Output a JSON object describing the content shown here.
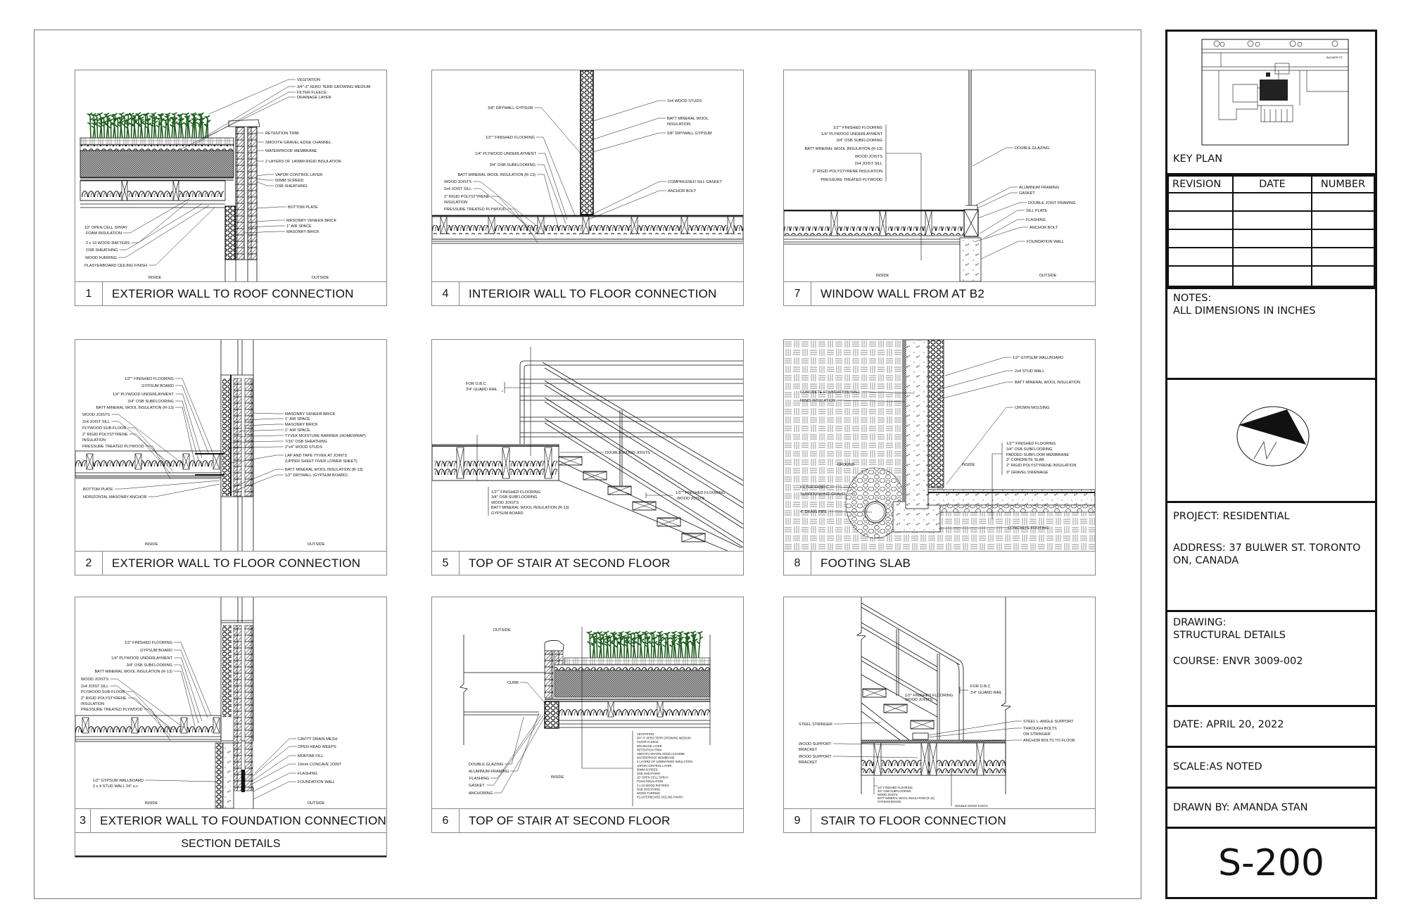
{
  "panels": [
    {
      "number": "1",
      "title": "EXTERIOR WALL TO ROOF CONNECTION",
      "labels": [
        "VEGITATION",
        "3/4\"-3\" XERO TERR GROWING MEDIUM",
        "FILTER FLEECE",
        "DRAINAGE LAYER",
        "RETENTION TRIM",
        "SMOOTH GRAVEL EDGE CHANNEL",
        "WATERPROOF MEMBRANE",
        "2 LAYERS OF 140MM RIGID INSULATION",
        "VAPOR CONTROL LAYER",
        "50MM SCREED",
        "OSB SHEATHING",
        "BOTTOM PLATE",
        "MASONRY VENEER BRICK",
        "1\" AIR SPACE",
        "MASONRY BRICK",
        "10\" OPEN CELL SPRAY",
        "FOAM INSULATION",
        "2 x 10 WOOD RAFTERS",
        "OSB SHEATHING",
        "WOOD FURRING",
        "PLASTERBOARD CEILING FINISH",
        "INSIDE",
        "OUTSIDE"
      ]
    },
    {
      "number": "2",
      "title": "EXTERIOR WALL TO FLOOR CONNECTION",
      "labels": [
        "1/2\"\" FINISHED FLOORING",
        "GYPSUM BOARD",
        "1/4\" PLYWOOD UNDERLAYMENT",
        "3/4\" OSB SUBFLOORING",
        "BATT MINERAL WOOL INSULATION (R-13)",
        "WOOD JOISTS",
        "2x4 JOIST SILL",
        "PLYWOOD SUB-FLOOR",
        "2\" RIGID POLYSTYRENE",
        "INSULATION",
        "PRESSURE TREATED PLYWOOD",
        "BOTTOM PLATE",
        "HORIZONTAL MASONRY ANCHOR",
        "MASONRY VENEER BRICK",
        "1\" AIR SPACE",
        "MASONRY BRICK",
        "1\" AIR SPACE",
        "TYVEK MOISTURE BARRIER (HOMEWRAP)",
        "7/16\" OSB SHEATHING",
        "2\"x4\" WOOD STUDS",
        "LAP AND TAPE TYVEK AT JOINTS",
        "(UPPER SHEET OVER LOWER SHEET)",
        "BATT MINERAL WOOL INSULATION (R-13)",
        "1/2\" DRYWALL (GYPSUM BOARD)",
        "INSIDE",
        "OUTSIDE"
      ]
    },
    {
      "number": "3",
      "title": "EXTERIOR WALL TO FOUNDATION CONNECTION",
      "labels": [
        "1/2\" FINISHED FLOORING",
        "GYPSUM BOARD",
        "1/4\" PLYWOOD UNDERLAYMENT",
        "3/4\" OSB SUBFLOORING",
        "BATT MINERAL WOOL INSULATION (R-13)",
        "WOOD JOISTS",
        "2x4 JOIST SILL",
        "PLYWOOD SUB-FLOOR",
        "2\" RIGID POLYSTYRENE",
        "INSULATION",
        "PRESSURE TREATED PLYWOOD",
        "1/2\" GYPSUM WALLBOARD",
        "2 x 4 STUD WALL 24\" o.c.",
        "CAVITY DRAIN MESH",
        "OPEN HEAD WEEPS",
        "MORTAR FILL",
        "10mm CONCAVE JOINT",
        "FLASHING",
        "FOUNDATION WALL",
        "INSIDE",
        "OUTSIDE"
      ]
    },
    {
      "number": "4",
      "title": "INTERIOIR WALL TO FLOOR CONNECTION",
      "labels": [
        "5/8\" DRYWALL GYPSUM",
        "1/2\"\" FINISHED FLOORING",
        "1/4\" PLYWOOD UNDERLAYMENT",
        "3/4\" OSB SUBFLOORING",
        "BATT MINERAL WOOL INSULATION (R-13)",
        "WOOD JOISTS",
        "2x4 JOIST SILL",
        "2\" RIGID POLYSTYRENE",
        "INSULATION",
        "PRESSURE TREATED PLYWOOD",
        "2x4 WOOD STUDS",
        "BATT MINERAL WOOL",
        "INSULATION",
        "5/8\" DRYWALL GYPSUM",
        "COMPRESSED SILL GASKET",
        "ANCHOR BOLT"
      ]
    },
    {
      "number": "5",
      "title": "TOP OF STAIR AT SECOND FLOOR",
      "labels": [
        "FOR O.B.C",
        "3'4\" GUARD RAIL",
        "DOUBLE WOOD JOISTS",
        "1/2\"\" FINISHED FLOORING",
        "3/4\" OSB SUBFLOORING",
        "WOOD JOISTS",
        "BATT MINERAL WOOL INSULATION (R-13)",
        "GYPSUM BOARD",
        "1/2\"\" FINISHED FLOORING",
        "WOOD JOISTS"
      ]
    },
    {
      "number": "6",
      "title": "TOP OF STAIR AT SECOND FLOOR",
      "labels": [
        "OUTSIDE",
        "CURB",
        "DOUBLE GLAZING",
        "ALUMINUM FRAMING",
        "FLASHING",
        "GASKET",
        "ANCHORING",
        "INSIDE",
        "VEGITATION",
        "3/4\"-3\" XERO TERR GROWING MEDIUM",
        "FILTER FLEECE",
        "DRAINAGE LAYER",
        "RETENTION TRIM",
        "SMOOTH GRAVEL EDGE CHANNEL",
        "WATERPROOF MEMBRANE",
        "2 LAYERS OF 140MM RIGID INSULATION",
        "VAPOR CONTROL LAYER",
        "50MM SCREED",
        "OSB SHEATHING",
        "10\" OPEN CELL SPRAY",
        "FOAM INSULATION",
        "2 x 10 WOOD RAFTERS",
        "OSB SHEATHING",
        "WOOD FURRING",
        "PLASTERBOARD CEILING FINISH"
      ]
    },
    {
      "number": "7",
      "title": "WINDOW WALL FROM AT B2",
      "labels": [
        "1/2\"\" FINISHED FLOORING",
        "1/4\" PLYWOOD UNDERLAYMENT",
        "3/4\" OSB SUBFLOORING",
        "BATT MINERAL WOOL INSULATION (R-13)",
        "WOOD JOISTS",
        "2x4 JOIST SILL",
        "2\" RIGID POLYSTYRENE INSULATION",
        "PRESSURE TREATED PLYWOOD",
        "DOUBLE GLAZING",
        "ALUMINUM FRAMING",
        "GASKET",
        "DOUBLE JOIST FRAMING",
        "SILL PLATE",
        "FLASHING",
        "ANCHOR BOLT",
        "FOUNDATION WALL",
        "INSIDE",
        "OUTSIDE"
      ]
    },
    {
      "number": "8",
      "title": "FOOTING SLAB",
      "labels": [
        "1/2\" GYPSUM WALLBOARD",
        "2x4 STUD WALL",
        "BATT MINERAL WOOL INSULATION",
        "CROWN MOLDING",
        "CONCRETE FOUNDATION WALL",
        "RIGID INSULATION",
        "GROUND",
        "INSIDE",
        "1/2\"\" FINISHED FLOORING",
        "3/4\" OSB SUBFLOORING",
        "PADDED SUBFLOOR MEMBRANE",
        "3\" CONCRETE SLAB",
        "2\" RIGID POLYSTYRENE INSULATION",
        "3\" GRAVEL DRAINAGE",
        "FILTER FABRIC",
        "SURROUNDING GRAVEL",
        "4\" DRAIN PIPE",
        "CONCRETE FOOTING"
      ]
    },
    {
      "number": "9",
      "title": "STAIR TO FLOOR CONNECTION",
      "labels": [
        "STEEL STRINGER",
        "WOOD SUPPORT",
        "BRACKET",
        "WOOD SUPPORT",
        "BRACKET",
        "STEEL L-ANGLE SUPPORT",
        "THROUGH BOLTS",
        "ON STRINGER",
        "ANCHOR BOLTS TO FLOOR",
        "FOR O.B.C",
        "3'4\" GUARD RAIL",
        "1/2\" FINISHED FLOORING",
        "WOOD JOISTS",
        "1/2\" FINISHED FLOORING",
        "3/4\" OSB SUBFLOORING",
        "WOOD JOISTS",
        "BATT MINERAL WOOL INSULATION (R-13)",
        "GYPSUM BOARD",
        "DOUBLE WOOD JOISTS"
      ]
    }
  ],
  "sheet": {
    "section_title": "SECTION DETAILS"
  },
  "title_block": {
    "key_plan_label": "KEY PLAN",
    "key_plan_street": "BULWER ST.",
    "revision_headers": [
      "REVISION",
      "DATE",
      "NUMBER"
    ],
    "notes_title": "NOTES:",
    "notes_text": "ALL DIMENSIONS IN INCHES",
    "north_label": "N",
    "project": "PROJECT: RESIDENTIAL",
    "address_line1": "ADDRESS: 37 BULWER ST. TORONTO",
    "address_line2": "ON, CANADA",
    "drawing_label": "DRAWING:",
    "drawing_name": "STRUCTURAL DETAILS",
    "course": "COURSE: ENVR 3009-002",
    "date": "DATE: APRIL 20, 2022",
    "scale": "SCALE:AS NOTED",
    "drawn_by": "DRAWN BY: AMANDA STAN",
    "sheet_number": "S-200"
  },
  "colors": {
    "line": "#111111",
    "frame": "#888888",
    "vegetation": "#1f5c1f"
  }
}
